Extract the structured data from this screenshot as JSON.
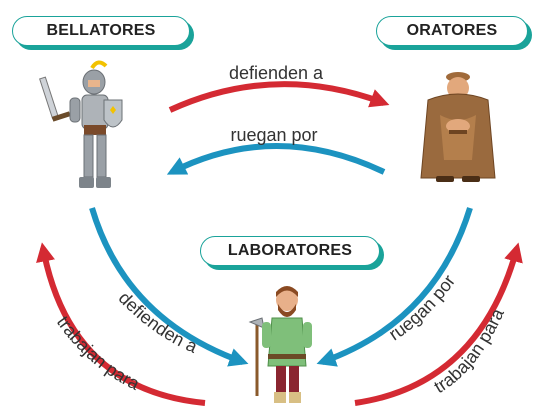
{
  "groups": {
    "bellatores": "BELLATORES",
    "oratores": "ORATORES",
    "laboratores": "LABORATORES"
  },
  "relations": {
    "b_to_o": "defienden a",
    "o_to_b": "ruegan por",
    "b_to_l": "defienden a",
    "l_to_b": "trabajan para",
    "o_to_l": "ruegan por",
    "l_to_o": "trabajan para"
  },
  "figures": {
    "knight": "knight-icon",
    "monk": "monk-icon",
    "peasant": "peasant-icon"
  },
  "colors": {
    "red": "#d42a33",
    "blue": "#1c93c0",
    "teal": "#1aa39a"
  }
}
